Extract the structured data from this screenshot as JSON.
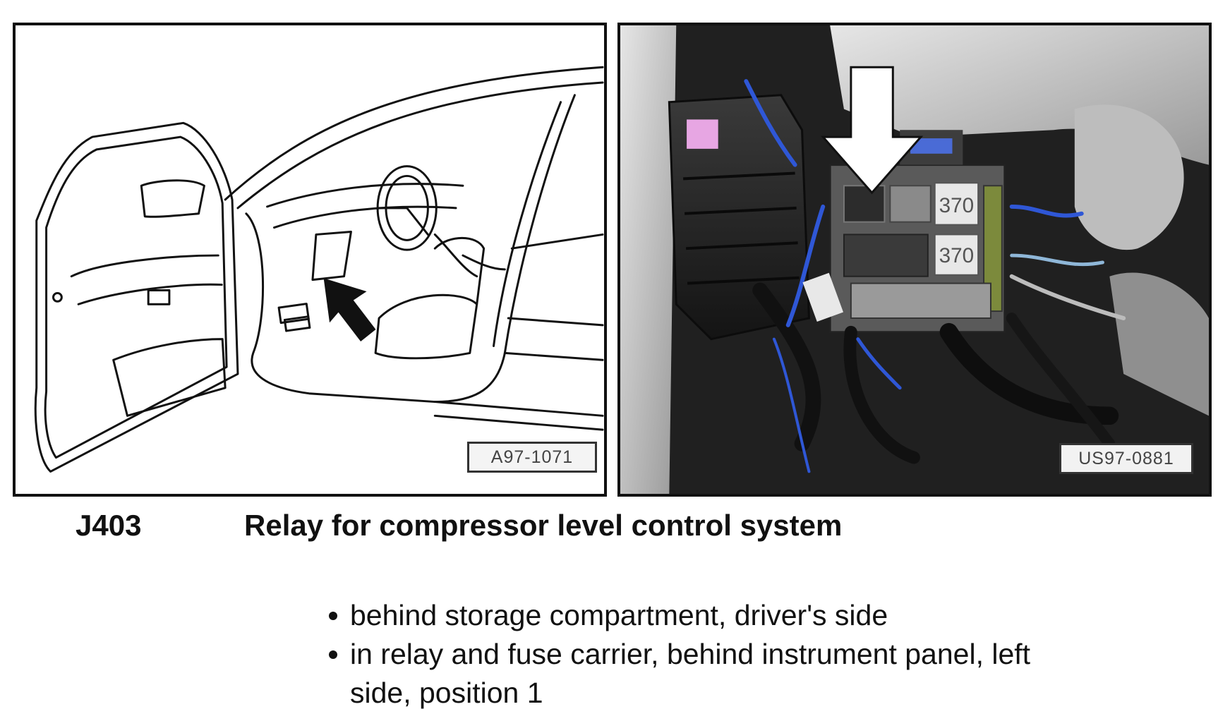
{
  "figures": {
    "left": {
      "code": "A97-1071"
    },
    "right": {
      "code": "US97-0881",
      "relay_labels": [
        "370",
        "370"
      ]
    }
  },
  "component": {
    "id": "J403",
    "title": "Relay for compressor level control system"
  },
  "locations": [
    "behind storage compartment, driver's side",
    "in relay and fuse carrier, behind instrument panel, left side, position 1"
  ],
  "colors": {
    "photo_highlight": "#e7a6e3",
    "wire_blue": "#2f57d6"
  }
}
